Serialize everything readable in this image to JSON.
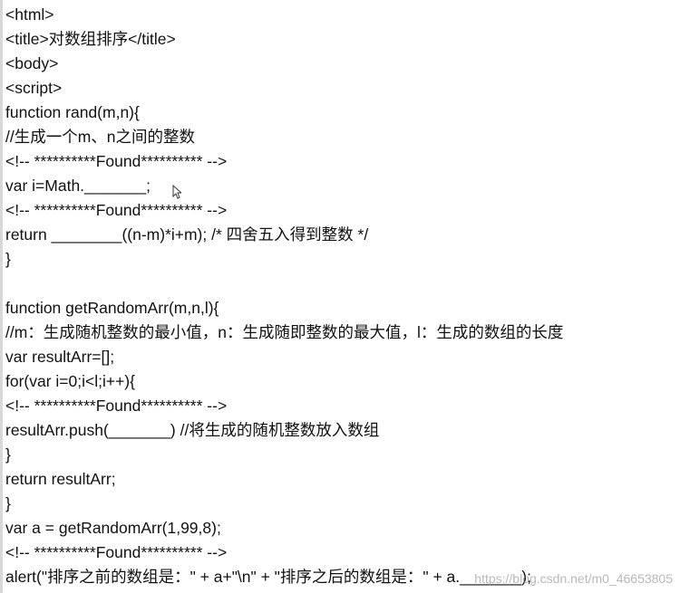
{
  "document": {
    "lines": [
      "<html>",
      "<title>对数组排序</title>",
      "<body>",
      "<script>",
      "function rand(m,n){",
      "//生成一个m、n之间的整数",
      "<!-- **********Found********** -->",
      "var i=Math._______;",
      "<!-- **********Found********** -->",
      "return ________((n-m)*i+m); /* 四舍五入得到整数 */",
      "}",
      "",
      "function getRandomArr(m,n,l){",
      "//m：生成随机整数的最小值，n：生成随即整数的最大值，l：生成的数组的长度",
      "var resultArr=[];",
      "for(var i=0;i<l;i++){",
      "<!-- **********Found********** -->",
      "resultArr.push(_______) //将生成的随机整数放入数组",
      "}",
      "return resultArr;",
      "}",
      "var a = getRandomArr(1,99,8);",
      "<!-- **********Found********** -->",
      "alert(\"排序之前的数组是：\" + a+\"\\n\" + \"排序之后的数组是：\" + a._______);"
    ],
    "watermark": "https://blog.csdn.net/m0_46653805"
  }
}
